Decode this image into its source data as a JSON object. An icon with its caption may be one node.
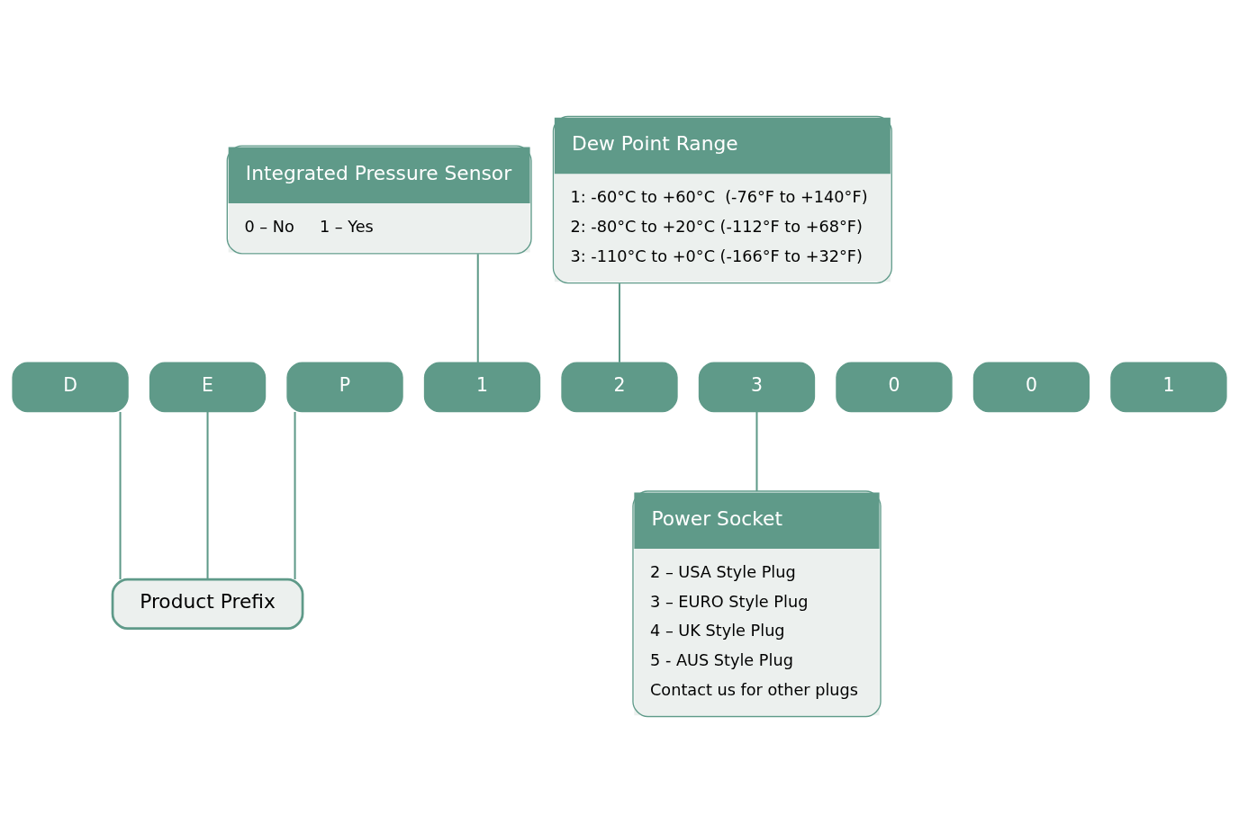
{
  "diagram": {
    "nodes": [
      {
        "text": [
          "Integrated Pressure Sensor",
          "0 – No     1 – Yes"
        ]
      },
      {
        "text": [
          "Dew Point Range",
          "1: -60°C to +60°C  (-76°F to +140°F)",
          "2: -80°C to +20°C (-112°F to +68°F)",
          "3: -110°C to +0°C (-166°F to +32°F)"
        ]
      },
      {
        "text": [
          "D"
        ]
      },
      {
        "text": [
          "E"
        ]
      },
      {
        "text": [
          "P"
        ]
      },
      {
        "text": [
          "1"
        ]
      },
      {
        "text": [
          "2"
        ]
      },
      {
        "text": [
          "3"
        ]
      },
      {
        "text": [
          "0"
        ]
      },
      {
        "text": [
          "0"
        ]
      },
      {
        "text": [
          "1"
        ]
      },
      {
        "text": [
          "Product Prefix"
        ]
      },
      {
        "text": [
          "Power Socket",
          "2 – USA Style Plug",
          "3 – EURO Style Plug",
          "4 – UK Style Plug",
          "5 - AUS Style Plug",
          "Contact us for other plugs"
        ]
      }
    ],
    "edges": [
      {
        "from": 0,
        "to": 5,
        "arrow": "none"
      },
      {
        "from": 1,
        "to": 6,
        "arrow": "none"
      },
      {
        "from": 2,
        "to": 11,
        "arrow": "none"
      },
      {
        "from": 3,
        "to": 11,
        "arrow": "none"
      },
      {
        "from": 4,
        "to": 11,
        "arrow": "none"
      },
      {
        "from": 7,
        "to": 12,
        "arrow": "none"
      }
    ]
  }
}
